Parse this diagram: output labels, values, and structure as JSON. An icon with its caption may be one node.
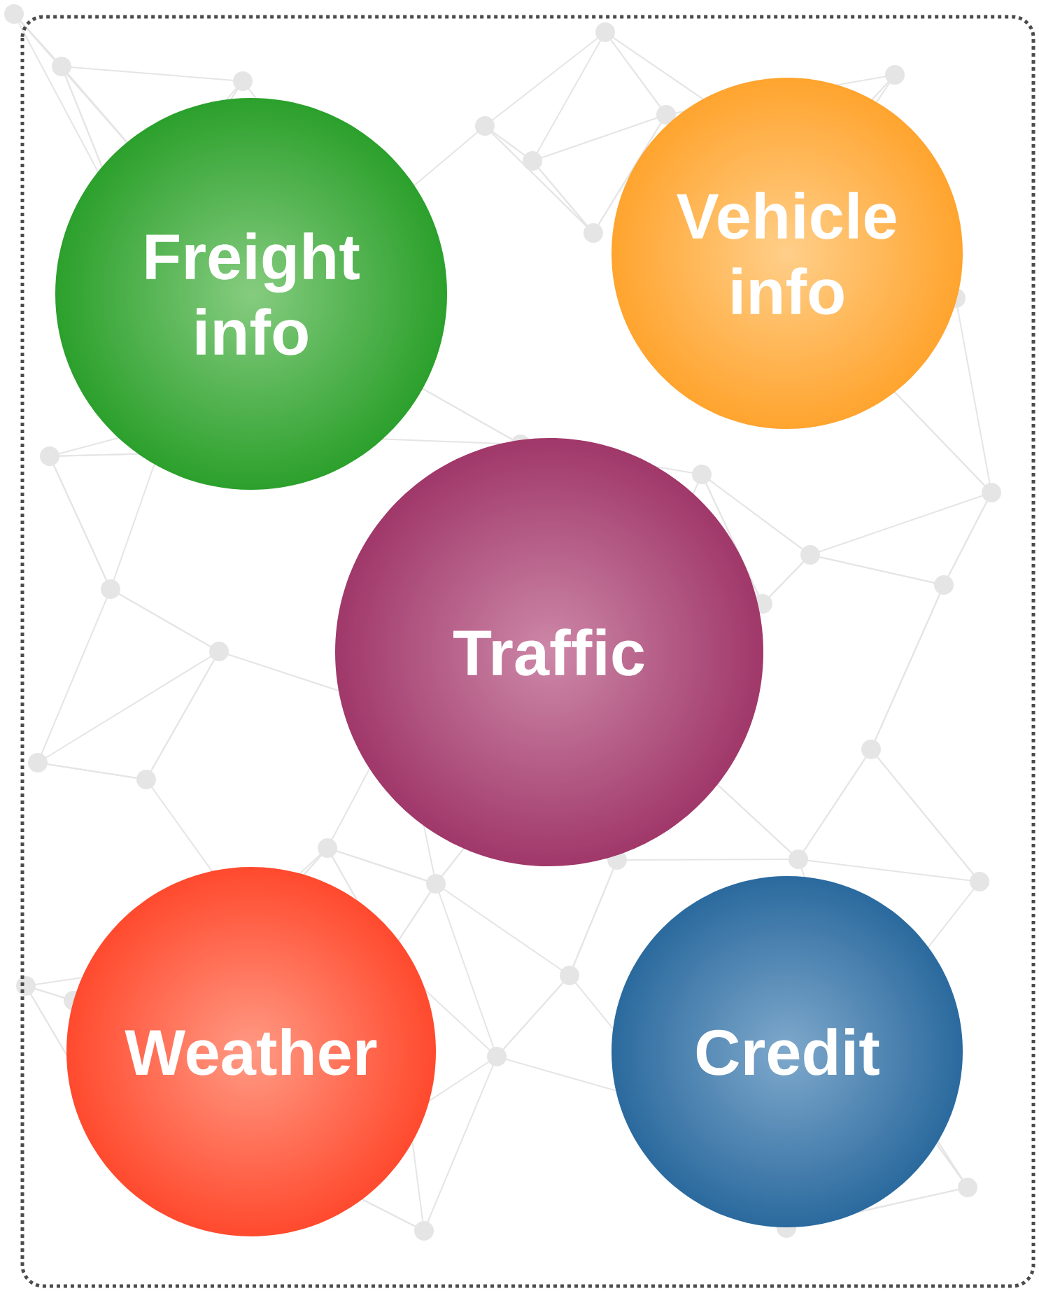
{
  "diagram": {
    "nodes": [
      {
        "text": [
          "Freight info"
        ]
      },
      {
        "text": [
          "Vehicle info"
        ]
      },
      {
        "text": [
          "Traffic"
        ]
      },
      {
        "text": [
          "Weather"
        ]
      },
      {
        "text": [
          "Credit"
        ]
      }
    ]
  }
}
